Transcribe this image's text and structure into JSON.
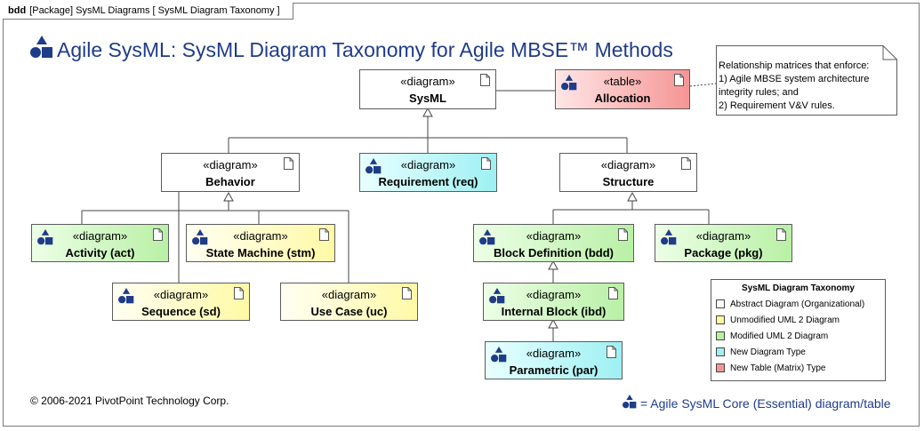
{
  "frame": {
    "kind": "bdd",
    "label": "[Package] SysML Diagrams [ SysML Diagram Taxonomy ]"
  },
  "title": "Agile SysML: SysML Diagram Taxonomy for Agile MBSE™ Methods",
  "icon": {
    "name": "agile-sysml-core-icon",
    "color": "#1f3c88"
  },
  "nodes": {
    "sysml": {
      "stereotype": "«diagram»",
      "name": "SysML",
      "category": "abstract"
    },
    "allocation": {
      "stereotype": "«table»",
      "name": "Allocation",
      "category": "table",
      "core": true
    },
    "behavior": {
      "stereotype": "«diagram»",
      "name": "Behavior",
      "category": "abstract"
    },
    "requirement": {
      "stereotype": "«diagram»",
      "name": "Requirement (req)",
      "category": "new",
      "core": true
    },
    "structure": {
      "stereotype": "«diagram»",
      "name": "Structure",
      "category": "abstract"
    },
    "activity": {
      "stereotype": "«diagram»",
      "name": "Activity (act)",
      "category": "modified",
      "core": true
    },
    "state_machine": {
      "stereotype": "«diagram»",
      "name": "State Machine (stm)",
      "category": "unmodified",
      "core": true
    },
    "sequence": {
      "stereotype": "«diagram»",
      "name": "Sequence (sd)",
      "category": "unmodified",
      "core": true
    },
    "use_case": {
      "stereotype": "«diagram»",
      "name": "Use Case (uc)",
      "category": "unmodified",
      "core": false
    },
    "block_definition": {
      "stereotype": "«diagram»",
      "name": "Block Definition (bdd)",
      "category": "modified",
      "core": true
    },
    "package": {
      "stereotype": "«diagram»",
      "name": "Package (pkg)",
      "category": "modified",
      "core": true
    },
    "internal_block": {
      "stereotype": "«diagram»",
      "name": "Internal Block (ibd)",
      "category": "modified",
      "core": true
    },
    "parametric": {
      "stereotype": "«diagram»",
      "name": "Parametric (par)",
      "category": "new",
      "core": true
    }
  },
  "note": "Relationship matrices that enforce:\n1) Agile MBSE system architecture\nintegrity rules; and\n2) Requirement V&V rules.",
  "legend": {
    "title": "SysML Diagram Taxonomy",
    "items": [
      {
        "label": "Abstract Diagram (Organizational)",
        "color": "#ffffff"
      },
      {
        "label": "Unmodified UML 2 Diagram",
        "color": "#fffca0"
      },
      {
        "label": "Modified UML 2 Diagram",
        "color": "#b6f0a0"
      },
      {
        "label": "New Diagram Type",
        "color": "#9ef0f3"
      },
      {
        "label": "New Table (Matrix) Type",
        "color": "#f59595"
      }
    ]
  },
  "copyright": "© 2006-2021 PivotPoint Technology Corp.",
  "core_note": "= Agile SysML Core (Essential) diagram/table"
}
